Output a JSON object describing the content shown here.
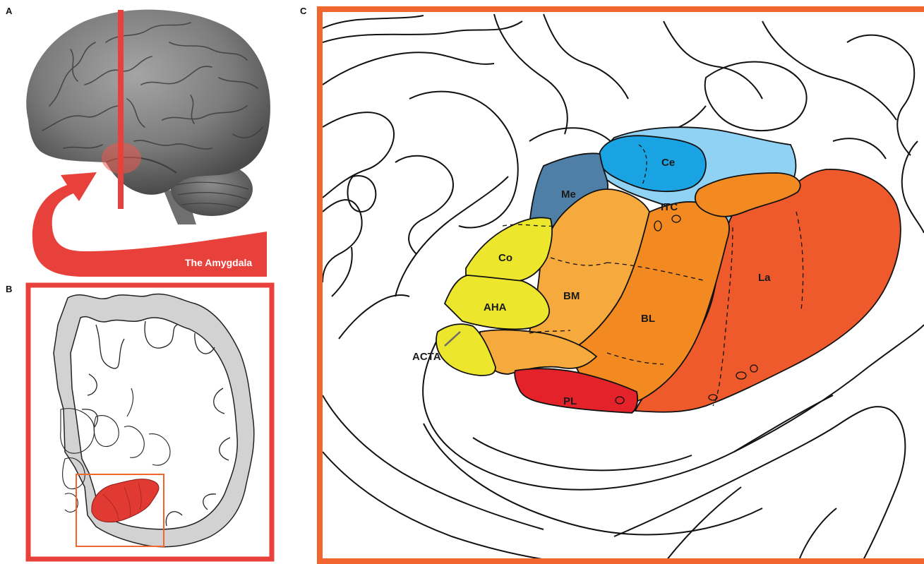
{
  "panels": {
    "a": {
      "letter": "A",
      "callout": "The Amygdala"
    },
    "b": {
      "letter": "B"
    },
    "c": {
      "letter": "C"
    }
  },
  "regions": {
    "ce": "Ce",
    "me": "Me",
    "itc": "ITC",
    "co": "Co",
    "aha": "AHA",
    "bm": "BM",
    "bl": "BL",
    "la": "La",
    "acta": "ACTA",
    "pl": "PL"
  },
  "colors": {
    "accent_red": "#e8403a",
    "frame_orange": "#f0662e",
    "ce": "#1aa3e3",
    "itc": "#8fd2f3",
    "me": "#4f7fa6",
    "co": "#ece72c",
    "aha": "#ece72c",
    "bm": "#f6a93c",
    "bl": "#f28a21",
    "la": "#ee5a2b",
    "pl": "#e3222a",
    "cortex_gray": "#d4d4d4",
    "brain_gray": "#7a7a7a"
  }
}
